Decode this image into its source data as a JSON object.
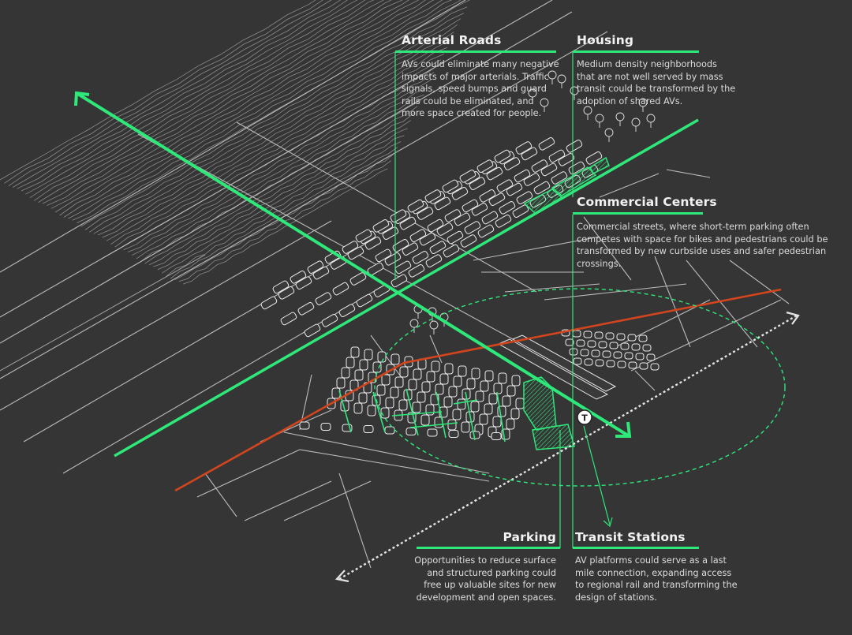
{
  "colors": {
    "background": "#353535",
    "accent_green": "#2ee87a",
    "arterial_red": "#d2451e",
    "linework": "#bdbdbd",
    "text": "#e6e6e6"
  },
  "transit_badge": "T",
  "callouts": {
    "arterial": {
      "title": "Arterial Roads",
      "lines": [
        "AVs could eliminate many negative",
        "impacts of major arterials. Traffic",
        "signals, speed bumps and guard",
        "rails could be eliminated, and",
        "more space created for people."
      ]
    },
    "housing": {
      "title": "Housing",
      "lines": [
        "Medium density neighborhoods",
        "that are not well served by mass",
        "transit could be transformed by the",
        "adoption of shared AVs."
      ]
    },
    "commercial": {
      "title": "Commercial Centers",
      "lines": [
        "Commercial streets, where short-term parking often",
        "competes with space for bikes and pedestrians could be",
        "transformed by new curbside uses and safer pedestrian",
        "crossings."
      ]
    },
    "parking": {
      "title": "Parking",
      "lines": [
        "Opportunities to reduce surface",
        "and structured parking could",
        "free up valuable sites for new",
        "development and open spaces."
      ]
    },
    "transit": {
      "title": "Transit Stations",
      "lines": [
        "AV platforms could serve as a last",
        "mile connection, expanding access",
        "to regional rail and transforming the",
        "design of stations."
      ]
    }
  }
}
